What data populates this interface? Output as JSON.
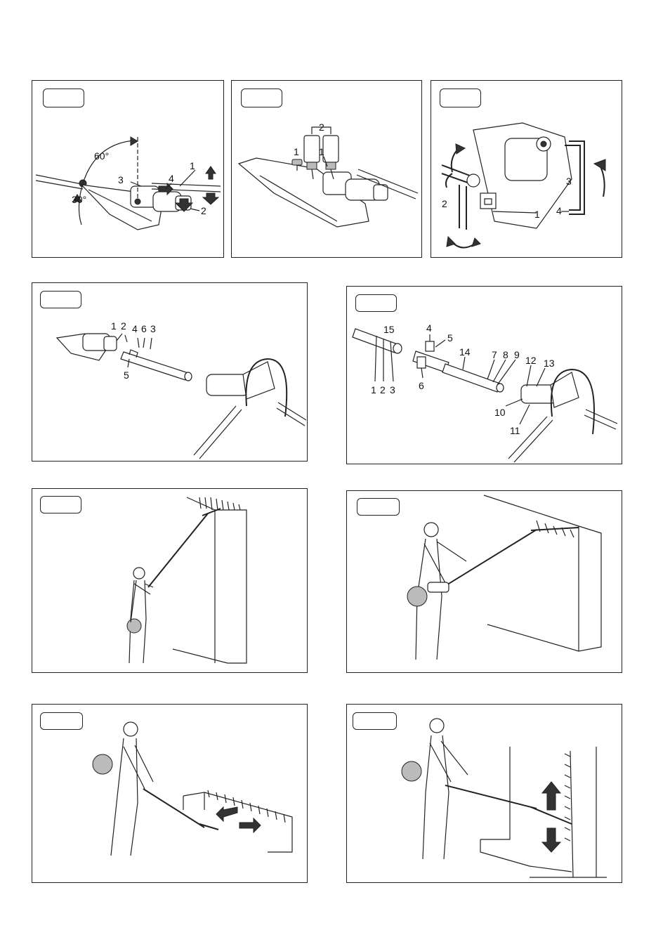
{
  "fig1": {
    "angle_top": "60°",
    "angle_bottom": "30°",
    "callouts": [
      "1",
      "2",
      "3",
      "4"
    ]
  },
  "fig2": {
    "callouts": [
      "1",
      "2",
      "1"
    ]
  },
  "fig3": {
    "callouts": [
      "1",
      "2",
      "3",
      "4"
    ]
  },
  "fig4": {
    "callouts": [
      "1",
      "2",
      "4",
      "6",
      "3",
      "5"
    ]
  },
  "fig5": {
    "callouts": [
      "15",
      "1",
      "2",
      "3",
      "4",
      "5",
      "6",
      "14",
      "7",
      "8",
      "9",
      "12",
      "13",
      "10",
      "11"
    ]
  }
}
